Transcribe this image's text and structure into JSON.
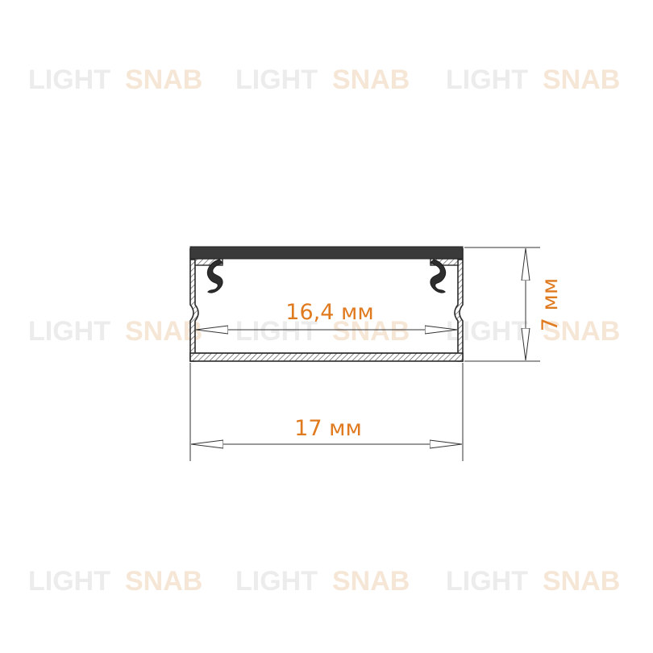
{
  "watermark": {
    "word_light": "LIGHT",
    "word_snab": "SNAB",
    "light_color": "#ececec",
    "snab_color": "#f5e6d6"
  },
  "dimensions": {
    "inner_width_label": "16,4 мм",
    "outer_width_label": "17 мм",
    "height_label": "7 мм",
    "label_color": "#e07a1f"
  },
  "profile": {
    "stroke_color": "#2a2a2a",
    "top_cover_color": "#3a3a3a",
    "hatch_color": "#555555"
  }
}
